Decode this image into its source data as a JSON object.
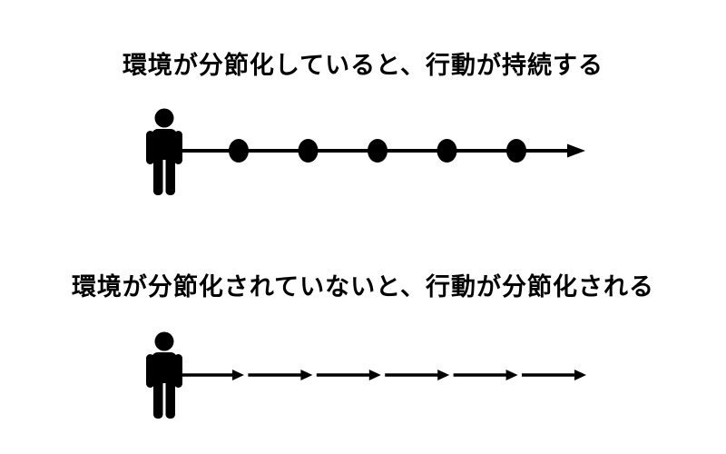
{
  "canvas": {
    "background": "#ffffff",
    "ink": "#000000"
  },
  "sections": [
    {
      "title": "環境が分節化していると、行動が持続する",
      "figure": {
        "actor_icon": "person-icon",
        "flow_style": "continuous-arrow-with-nodes",
        "node_count": 5
      }
    },
    {
      "title": "環境が分節化されていないと、行動が分節化される",
      "figure": {
        "actor_icon": "person-icon",
        "flow_style": "segmented-arrows",
        "segment_count": 6
      }
    }
  ]
}
